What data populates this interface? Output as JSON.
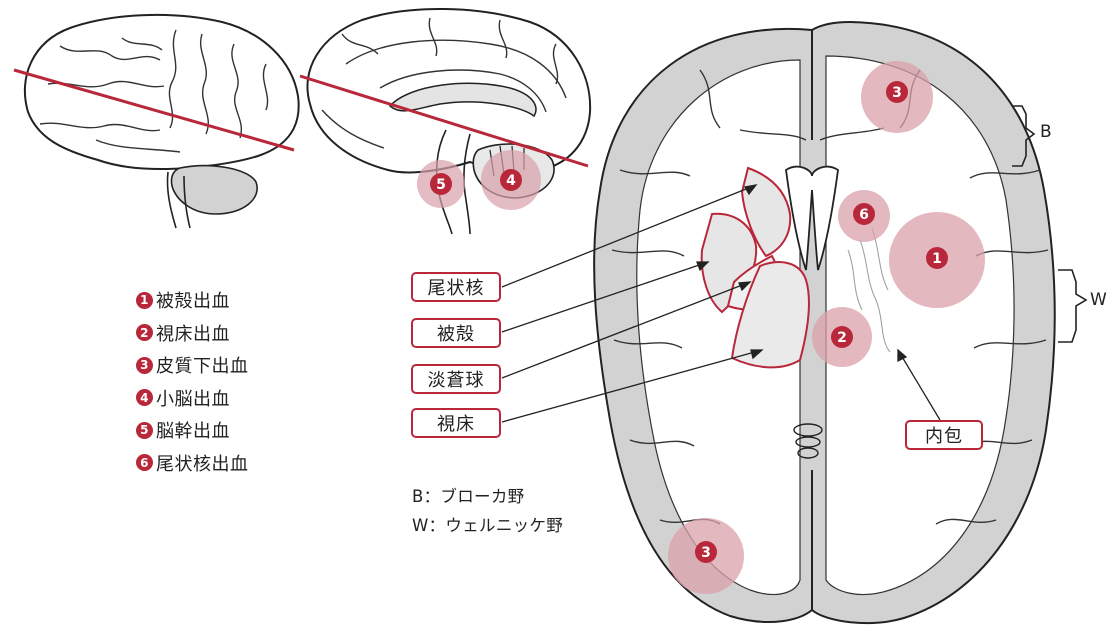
{
  "legend": [
    {
      "num": "1",
      "text": "被殻出血"
    },
    {
      "num": "2",
      "text": "視床出血"
    },
    {
      "num": "3",
      "text": "皮質下出血"
    },
    {
      "num": "4",
      "text": "小脳出血"
    },
    {
      "num": "5",
      "text": "脳幹出血"
    },
    {
      "num": "6",
      "text": "尾状核出血"
    }
  ],
  "structure_labels": {
    "caudate": "尾状核",
    "putamen": "被殻",
    "globus_pallidus": "淡蒼球",
    "thalamus": "視床",
    "internal_capsule": "内包"
  },
  "area_letters": {
    "broca": "B",
    "wernicke": "W"
  },
  "abbreviations": {
    "broca_line": "B：ブローカ野",
    "wernicke_line": "W：ウェルニッケ野"
  },
  "markers": {
    "cortex_top": "3",
    "cortex_bottom": "3",
    "putamen": "1",
    "thalamus": "2",
    "caudate": "6",
    "cerebellum": "4",
    "brainstem": "5"
  },
  "colors": {
    "accent": "#b8283a",
    "highlight": "#d9a0aa",
    "grey_matter": "#cfcfcf",
    "outline": "#222222"
  }
}
